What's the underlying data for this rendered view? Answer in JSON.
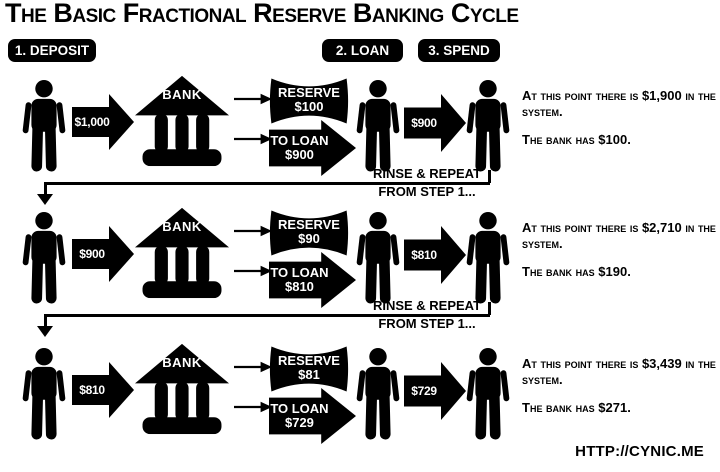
{
  "title": "The Basic Fractional Reserve Banking Cycle",
  "steps": [
    {
      "label": "1. DEPOSIT"
    },
    {
      "label": "2. LOAN"
    },
    {
      "label": "3. SPEND"
    }
  ],
  "repeat_note": {
    "line1": "RINSE & REPEAT",
    "line2": "FROM STEP 1..."
  },
  "rows": [
    {
      "bank_label": "BANK",
      "deposit_amount": "$1,000",
      "reserve_label": "RESERVE",
      "reserve_amount": "$100",
      "loan_label": "TO LOAN",
      "loan_amount": "$900",
      "spend_amount": "$900",
      "note_system": "At this point there is $1,900 in the system.",
      "note_bank": "The bank has $100."
    },
    {
      "bank_label": "BANK",
      "deposit_amount": "$900",
      "reserve_label": "RESERVE",
      "reserve_amount": "$90",
      "loan_label": "TO LOAN",
      "loan_amount": "$810",
      "spend_amount": "$810",
      "note_system": "At this point there is $2,710 in the system.",
      "note_bank": "The bank has $190."
    },
    {
      "bank_label": "BANK",
      "deposit_amount": "$810",
      "reserve_label": "RESERVE",
      "reserve_amount": "$81",
      "loan_label": "TO LOAN",
      "loan_amount": "$729",
      "spend_amount": "$729",
      "note_system": "At this point there is $3,439 in the system.",
      "note_bank": "The bank has $271."
    }
  ],
  "footer": {
    "url": "HTTP://CYNIC.ME"
  },
  "colors": {
    "ink": "#000000",
    "background": "#ffffff"
  }
}
